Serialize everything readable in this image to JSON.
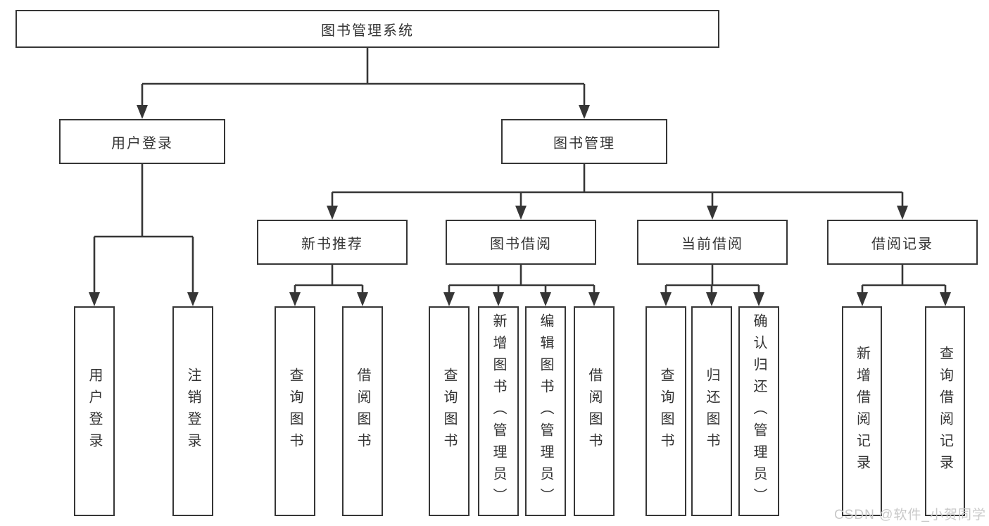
{
  "tree": {
    "root": {
      "label": "图书管理系统",
      "children": [
        {
          "label": "用户登录",
          "children": [
            {
              "label": "用户登录"
            },
            {
              "label": "注销登录"
            }
          ]
        },
        {
          "label": "图书管理",
          "children": [
            {
              "label": "新书推荐",
              "children": [
                {
                  "label": "查询图书"
                },
                {
                  "label": "借阅图书"
                }
              ]
            },
            {
              "label": "图书借阅",
              "children": [
                {
                  "label": "查询图书"
                },
                {
                  "label": "新增图书（管理员）"
                },
                {
                  "label": "编辑图书（管理员）"
                },
                {
                  "label": "借阅图书"
                }
              ]
            },
            {
              "label": "当前借阅",
              "children": [
                {
                  "label": "查询图书"
                },
                {
                  "label": "归还图书"
                },
                {
                  "label": "确认归还（管理员）"
                }
              ]
            },
            {
              "label": "借阅记录",
              "children": [
                {
                  "label": "新增借阅记录"
                },
                {
                  "label": "查询借阅记录"
                }
              ]
            }
          ]
        }
      ]
    }
  },
  "watermark": {
    "text": "CSDN @软件_小贺同学",
    "color": "#c9c9c9"
  },
  "colors": {
    "line": "#363636",
    "text": "#333333",
    "background": "#ffffff",
    "box_fill": "#ffffff"
  }
}
